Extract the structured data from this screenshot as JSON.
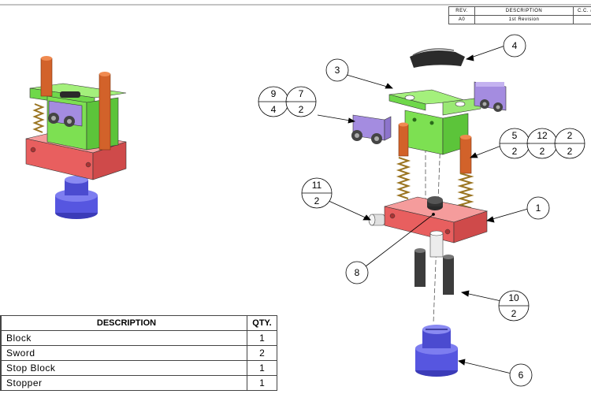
{
  "revision_table": {
    "headers": [
      "REV.",
      "DESCRIPTION",
      "C.C. #"
    ],
    "rows": [
      [
        "A0",
        "1st Revision",
        ""
      ]
    ]
  },
  "bom": {
    "headers": {
      "description": "DESCRIPTION",
      "qty": "QTY."
    },
    "rows": [
      {
        "description": "Block",
        "qty": "1"
      },
      {
        "description": "Sword",
        "qty": "2"
      },
      {
        "description": "Stop Block",
        "qty": "1"
      },
      {
        "description": "Stopper",
        "qty": "1"
      }
    ]
  },
  "balloons": {
    "b1": "1",
    "b3": "3",
    "b4": "4",
    "b6": "6",
    "b8": "8",
    "b5": {
      "top": "5",
      "bottom": "2"
    },
    "b12": {
      "top": "12",
      "bottom": "2"
    },
    "b2": {
      "top": "2",
      "bottom": "2"
    },
    "b9": {
      "top": "9",
      "bottom": "4"
    },
    "b7": {
      "top": "7",
      "bottom": "2"
    },
    "b11": {
      "top": "11",
      "bottom": "2"
    },
    "b10": {
      "top": "10",
      "bottom": "2"
    }
  },
  "colors": {
    "block": "#f06b6b",
    "bracket": "#7fe05a",
    "clamp": "#b49be8",
    "pin": "#d2622a",
    "stopper": "#5a5ae6",
    "spring": "#c8a040",
    "handle": "#222222"
  }
}
